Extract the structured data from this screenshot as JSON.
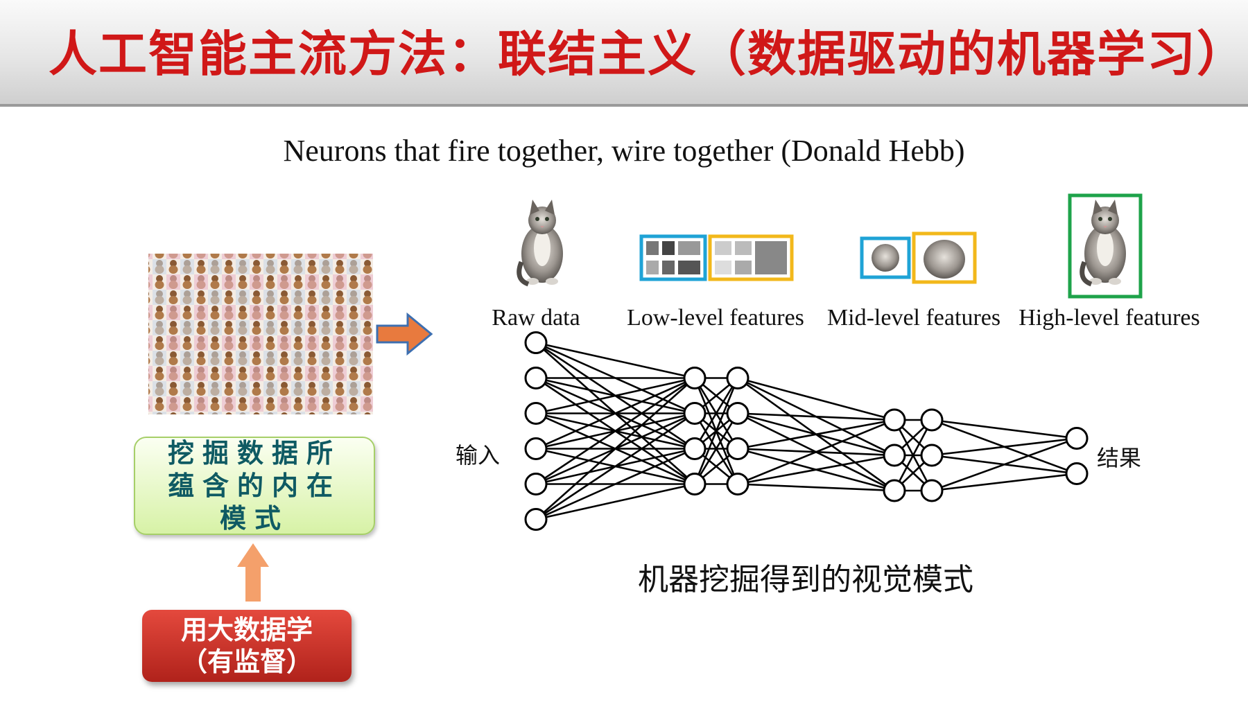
{
  "title": "人工智能主流方法：联结主义（数据驱动的机器学习）",
  "quote": "Neurons that fire together, wire together (Donald Hebb)",
  "features": [
    {
      "label": "Raw data"
    },
    {
      "label": "Low-level features"
    },
    {
      "label": "Mid-level features"
    },
    {
      "label": "High-level features"
    }
  ],
  "network": {
    "input_label": "输入",
    "output_label": "结果",
    "layer_sizes": [
      6,
      4,
      4,
      3,
      3,
      2
    ],
    "caption": "机器挖掘得到的视觉模式"
  },
  "left_panel": {
    "pattern_box": "挖掘数据所蕴含的内在模式",
    "bigdata_box": "用大数据学\n（有监督）"
  },
  "colors": {
    "title": "#d01818",
    "low_box_1": "#1fa3d6",
    "low_box_2": "#f2b81b",
    "high_box": "#1ea34a",
    "arrow_up": "#f4a06b",
    "arrow_right": "#e87a3e"
  },
  "images": {
    "mosaic": "teddy-bear-photo-mosaic",
    "cat": "sitting-cat-photo"
  }
}
